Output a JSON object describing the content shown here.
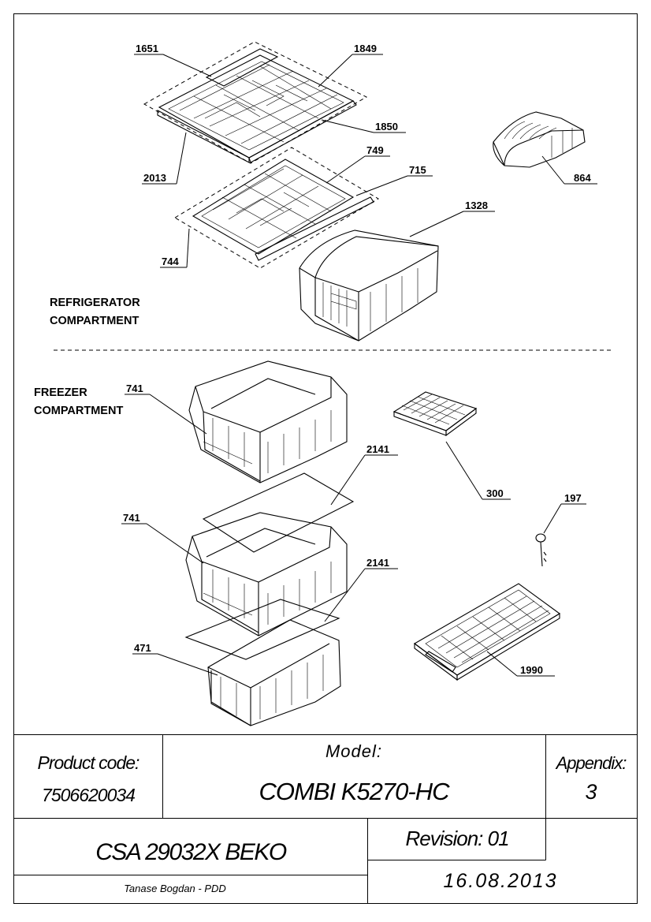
{
  "sections": {
    "refrigerator": [
      "REFRIGERATOR",
      "COMPARTMENT"
    ],
    "freezer": [
      "FREEZER",
      "COMPARTMENT"
    ]
  },
  "callouts": {
    "c1651": "1651",
    "c1849": "1849",
    "c1850": "1850",
    "c2013": "2013",
    "c749": "749",
    "c715": "715",
    "c864": "864",
    "c1328": "1328",
    "c744": "744",
    "c741a": "741",
    "c2141a": "2141",
    "c300": "300",
    "c197": "197",
    "c741b": "741",
    "c2141b": "2141",
    "c471": "471",
    "c1990": "1990"
  },
  "title_block": {
    "product_code_label": "Product code:",
    "product_code": "7506620034",
    "model_label": "Model:",
    "model": "COMBI K5270-HC",
    "appendix_label": "Appendix:",
    "appendix": "3",
    "csa": "CSA 29032X BEKO",
    "revision": "Revision: 01",
    "author": "Tanase Bogdan - PDD",
    "date": "16.08.2013"
  }
}
